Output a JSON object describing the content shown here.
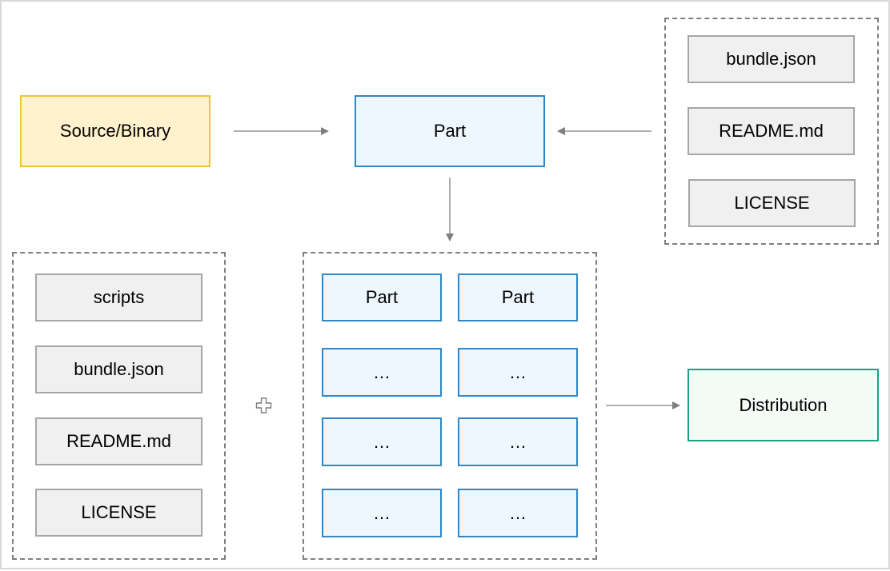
{
  "nodes": {
    "source": "Source/Binary",
    "part_top": "Part",
    "distribution": "Distribution"
  },
  "meta_files": [
    "bundle.json",
    "README.md",
    "LICENSE"
  ],
  "bundle_files": [
    "scripts",
    "bundle.json",
    "README.md",
    "LICENSE"
  ],
  "parts_grid": [
    [
      "Part",
      "Part"
    ],
    [
      "…",
      "…"
    ],
    [
      "…",
      "…"
    ],
    [
      "…",
      "…"
    ]
  ],
  "colors": {
    "source_fill": "#fff2cc",
    "source_border": "#f0c438",
    "part_fill": "#eef7fd",
    "part_border": "#2f86c8",
    "file_fill": "#f0f0f0",
    "file_border": "#a6a6a6",
    "dist_fill": "#f4fbf6",
    "dist_border": "#19a283",
    "arrow": "#7f7f7f"
  }
}
